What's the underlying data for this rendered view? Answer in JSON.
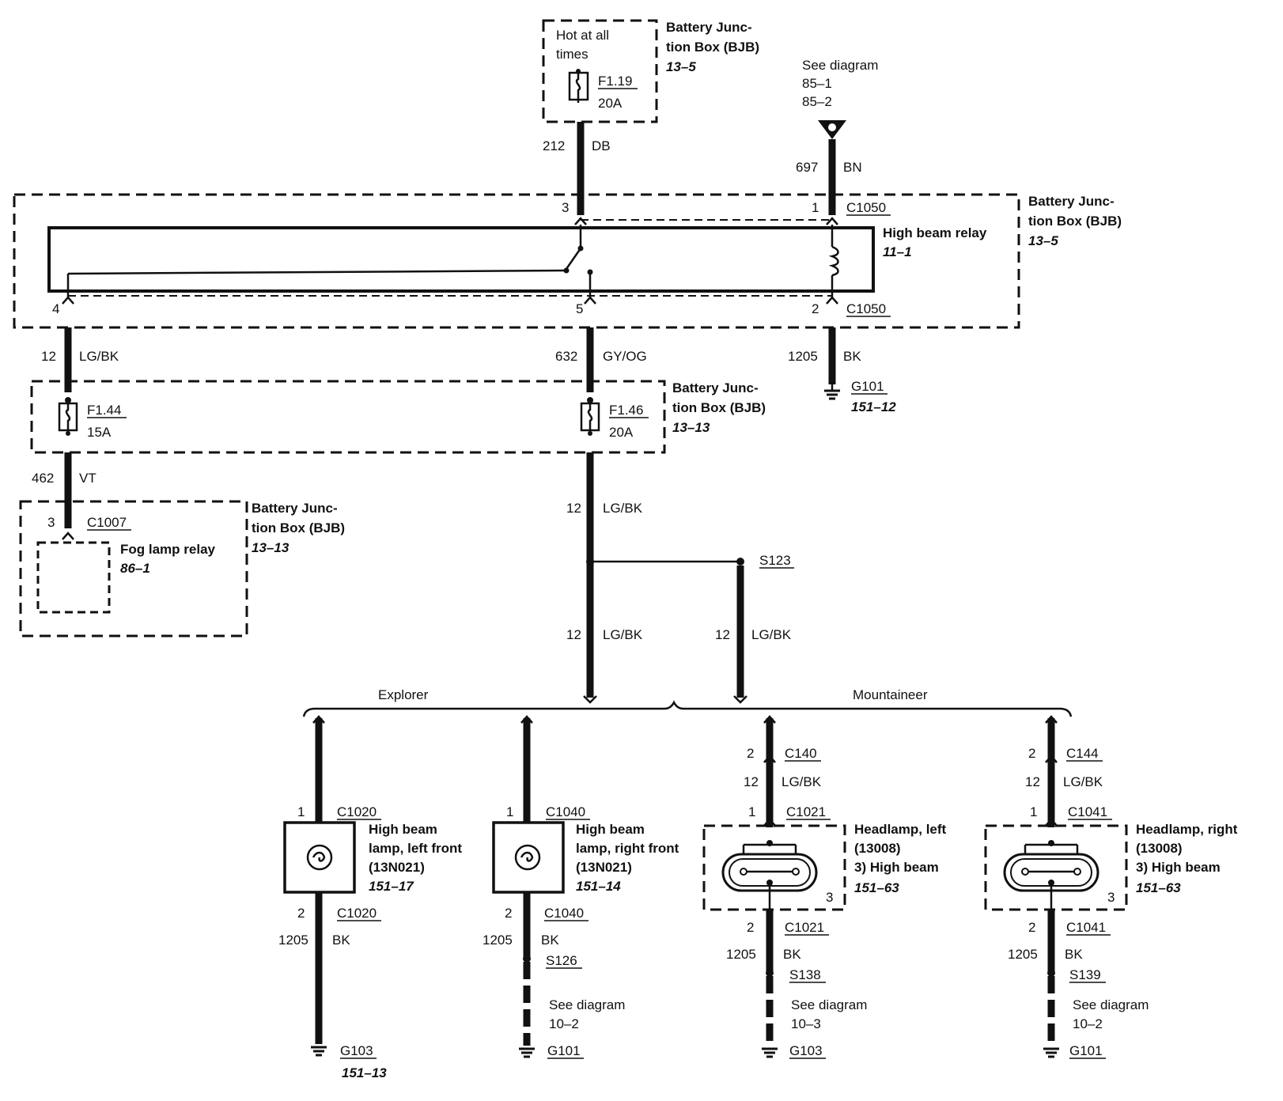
{
  "top_fuse": {
    "hot_line1": "Hot at all",
    "hot_line2": "times",
    "fuse_id": "F1.19",
    "fuse_rating": "20A",
    "box_title1": "Battery Junc-",
    "box_title2": "tion Box (BJB)",
    "box_ref": "13–5"
  },
  "wire_212": {
    "circuit": "212",
    "color": "DB"
  },
  "see_diagram_top": {
    "line1": "See diagram",
    "line2": "85–1",
    "line3": "85–2"
  },
  "wire_697": {
    "circuit": "697",
    "color": "BN"
  },
  "bjb_main": {
    "title1": "Battery Junc-",
    "title2": "tion Box (BJB)",
    "ref": "13–5",
    "relay_name": "High beam relay",
    "relay_ref": "11–1",
    "pin3": "3",
    "pin1": "1",
    "conn_top": "C1050",
    "pin4": "4",
    "pin5": "5",
    "pin2": "2",
    "conn_bottom": "C1050"
  },
  "wire_12_left": {
    "circuit": "12",
    "color": "LG/BK"
  },
  "wire_632": {
    "circuit": "632",
    "color": "GY/OG"
  },
  "wire_1205_top": {
    "circuit": "1205",
    "color": "BK"
  },
  "ground_g101_top": {
    "id": "G101",
    "ref": "151–12"
  },
  "bjb_fuses": {
    "title1": "Battery Junc-",
    "title2": "tion Box (BJB)",
    "ref": "13–13",
    "fuse_a_id": "F1.44",
    "fuse_a_rating": "15A",
    "fuse_b_id": "F1.46",
    "fuse_b_rating": "20A"
  },
  "wire_462": {
    "circuit": "462",
    "color": "VT"
  },
  "fog_relay_box": {
    "pin": "3",
    "conn": "C1007",
    "name": "Fog lamp relay",
    "ref": "86–1",
    "title1": "Battery Junc-",
    "title2": "tion Box (BJB)",
    "box_ref": "13–13"
  },
  "wire_12_mid": {
    "circuit": "12",
    "color": "LG/BK"
  },
  "splice_s123": "S123",
  "wire_12_a": {
    "circuit": "12",
    "color": "LG/BK"
  },
  "wire_12_b": {
    "circuit": "12",
    "color": "LG/BK"
  },
  "brace_explorer": "Explorer",
  "brace_mountaineer": "Mountaineer",
  "lamp1": {
    "pin_top": "1",
    "conn_top": "C1020",
    "name1": "High beam",
    "name2": "lamp, left front",
    "name3": "(13N021)",
    "ref": "151–17",
    "pin_bot": "2",
    "conn_bot": "C1020",
    "wire_circuit": "1205",
    "wire_color": "BK",
    "ground": "G103",
    "ground_ref": "151–13"
  },
  "lamp2": {
    "pin_top": "1",
    "conn_top": "C1040",
    "name1": "High beam",
    "name2": "lamp, right front",
    "name3": "(13N021)",
    "ref": "151–14",
    "pin_bot": "2",
    "conn_bot": "C1040",
    "wire_circuit": "1205",
    "wire_color": "BK",
    "splice": "S126",
    "see1": "See diagram",
    "see2": "10–2",
    "ground": "G101"
  },
  "lamp3": {
    "conn_in_pin": "2",
    "conn_in": "C140",
    "wire_circuit": "12",
    "wire_color": "LG/BK",
    "pin_top": "1",
    "conn_top": "C1021",
    "name1": "Headlamp, left",
    "name2": "(13008)",
    "name3": "3)   High beam",
    "ref": "151–63",
    "pin_side": "3",
    "pin_bot": "2",
    "conn_bot": "C1021",
    "gnd_circuit": "1205",
    "gnd_color": "BK",
    "splice": "S138",
    "see1": "See diagram",
    "see2": "10–3",
    "ground": "G103"
  },
  "lamp4": {
    "conn_in_pin": "2",
    "conn_in": "C144",
    "wire_circuit": "12",
    "wire_color": "LG/BK",
    "pin_top": "1",
    "conn_top": "C1041",
    "name1": "Headlamp, right",
    "name2": "(13008)",
    "name3": "3)   High beam",
    "ref": "151–63",
    "pin_side": "3",
    "pin_bot": "2",
    "conn_bot": "C1041",
    "gnd_circuit": "1205",
    "gnd_color": "BK",
    "splice": "S139",
    "see1": "See diagram",
    "see2": "10–2",
    "ground": "G101"
  }
}
